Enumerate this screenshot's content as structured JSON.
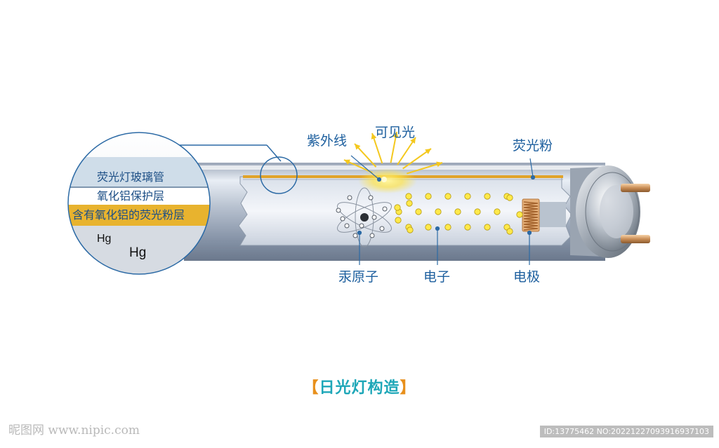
{
  "diagram": {
    "labels": {
      "uv": "紫外线",
      "visible_light": "可见光",
      "phosphor": "荧光粉",
      "mercury_atom": "汞原子",
      "electrons": "电子",
      "electrode": "电极"
    },
    "layers": {
      "glass": "荧光灯玻璃管",
      "alumina": "氧化铝保护层",
      "phosphor_layer": "含有氧化铝的荧光粉层"
    },
    "mercury": {
      "small": "Hg",
      "large": "Hg"
    },
    "caption": {
      "open": "【",
      "text": "日光灯构造",
      "close": "】"
    }
  },
  "watermark": {
    "left": "昵图网 www.nipic.com",
    "right": "ID:13775462 NO:20221227093916937103"
  }
}
